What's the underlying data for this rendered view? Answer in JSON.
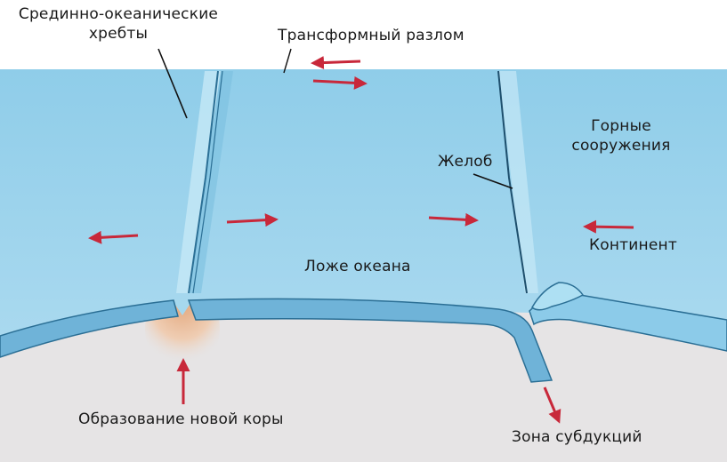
{
  "labels": {
    "ridges_line1": "Срединно-океанические",
    "ridges_line2": "хребты",
    "transform_fault": "Трансформный разлом",
    "trench": "Желоб",
    "mountains_line1": "Горные",
    "mountains_line2": "сооружения",
    "continent": "Континент",
    "ocean_floor": "Ложе океана",
    "new_crust": "Образование новой коры",
    "subduction_zone": "Зона субдукций"
  },
  "colors": {
    "ocean_surface": "#8ccbe9",
    "ocean_light": "#b9e2f4",
    "plate_edge": "#2b6f95",
    "mantle": "#e6e4e5",
    "magma": "#e8b48a",
    "arrow": "#c8283a",
    "leader_line": "#111111"
  }
}
